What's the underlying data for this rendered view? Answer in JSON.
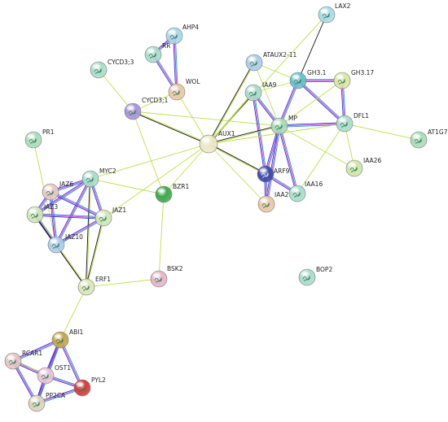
{
  "palette": {
    "edge_db": "#2b96d6",
    "edge_exp": "#d63bd6",
    "edge_textmining": "#bfe04a",
    "edge_coexp": "#111111",
    "edge_homology": "#3a3ad6"
  },
  "nodes": [
    {
      "id": "LAX2",
      "label": "LAX2",
      "color": "#a6dbe6"
    },
    {
      "id": "AHP4",
      "label": "AHP4",
      "color": "#a9d6ea"
    },
    {
      "id": "RR",
      "label": "RR",
      "color": "#a9dcca"
    },
    {
      "id": "CYCD33",
      "label": "CYCD3;3",
      "color": "#a9dcca"
    },
    {
      "id": "WOL",
      "label": "WOL",
      "color": "#e9c7a4"
    },
    {
      "id": "ATAUX2-11",
      "label": "ATAUX2-11",
      "color": "#a9cde8"
    },
    {
      "id": "GH3.1",
      "label": "GH3.1",
      "color": "#66c1cc"
    },
    {
      "id": "GH3.17",
      "label": "GH3.17",
      "color": "#d9e6a4"
    },
    {
      "id": "IAA9",
      "label": "IAA9",
      "color": "#a9dcca"
    },
    {
      "id": "CYCD31",
      "label": "CYCD3;1",
      "color": "#a794d9"
    },
    {
      "id": "AUX1",
      "label": "AUX1",
      "color": "#ece7c8"
    },
    {
      "id": "MP",
      "label": "MP",
      "color": "#a9dcb8"
    },
    {
      "id": "DFL1",
      "label": "DFL1",
      "color": "#a9dcca"
    },
    {
      "id": "AT1G7",
      "label": "AT1G7",
      "color": "#a9dcb8"
    },
    {
      "id": "PR1",
      "label": "PR1",
      "color": "#a9dcb8"
    },
    {
      "id": "IAA26",
      "label": "IAA26",
      "color": "#cfe6a4"
    },
    {
      "id": "ARF9",
      "label": "ARF9",
      "color": "#3b4aa6"
    },
    {
      "id": "MYC2",
      "label": "MYC2",
      "color": "#a9dcca"
    },
    {
      "id": "JAZ6",
      "label": "JAZ6",
      "color": "#e9c7c4"
    },
    {
      "id": "BZR1",
      "label": "BZR1",
      "color": "#3fa84a"
    },
    {
      "id": "IAA16",
      "label": "IAA16",
      "color": "#a9dcca"
    },
    {
      "id": "IAA2",
      "label": "IAA2",
      "color": "#e9c7a4"
    },
    {
      "id": "JAZ3",
      "label": "JAZ3",
      "color": "#cfe6b8"
    },
    {
      "id": "JAZ1",
      "label": "JAZ1",
      "color": "#cfe6b8"
    },
    {
      "id": "JAZ10",
      "label": "JAZ10",
      "color": "#a9cde8"
    },
    {
      "id": "BSK2",
      "label": "BSK2",
      "color": "#e6b4c4"
    },
    {
      "id": "BOP2",
      "label": "BOP2",
      "color": "#a9dcca"
    },
    {
      "id": "ERF1",
      "label": "ERF1",
      "color": "#d9e6b8"
    },
    {
      "id": "ABI1",
      "label": "ABI1",
      "color": "#c2a64a"
    },
    {
      "id": "RCAR1",
      "label": "RCAR1",
      "color": "#e6c4c4"
    },
    {
      "id": "OST1",
      "label": "OST1",
      "color": "#e6c4d4"
    },
    {
      "id": "PYL2",
      "label": "PYL2",
      "color": "#d43a3a"
    },
    {
      "id": "PP2CA",
      "label": "PP2CA",
      "color": "#d9d4b8"
    }
  ],
  "edges": [
    [
      "LAX2",
      "GH3.1",
      "c"
    ],
    [
      "AHP4",
      "RR",
      "dem"
    ],
    [
      "AHP4",
      "WOL",
      "dem"
    ],
    [
      "RR",
      "WOL",
      "dem"
    ],
    [
      "CYCD33",
      "CYCD31",
      "t"
    ],
    [
      "WOL",
      "CYCD31",
      "t"
    ],
    [
      "WOL",
      "AUX1",
      "t"
    ],
    [
      "CYCD31",
      "AUX1",
      "tc"
    ],
    [
      "CYCD31",
      "MP",
      "t"
    ],
    [
      "CYCD31",
      "BZR1",
      "t"
    ],
    [
      "ATAUX2-11",
      "AUX1",
      "tc"
    ],
    [
      "ATAUX2-11",
      "GH3.1",
      "t"
    ],
    [
      "ATAUX2-11",
      "MP",
      "t"
    ],
    [
      "IAA9",
      "MP",
      "dem"
    ],
    [
      "IAA9",
      "ARF9",
      "dem"
    ],
    [
      "IAA9",
      "GH3.1",
      "t"
    ],
    [
      "GH3.1",
      "GH3.17",
      "dem"
    ],
    [
      "GH3.1",
      "DFL1",
      "dem"
    ],
    [
      "GH3.1",
      "MP",
      "dem"
    ],
    [
      "GH3.17",
      "DFL1",
      "dem"
    ],
    [
      "GH3.17",
      "MP",
      "t"
    ],
    [
      "DFL1",
      "MP",
      "dem"
    ],
    [
      "DFL1",
      "AT1G7",
      "t"
    ],
    [
      "DFL1",
      "IAA26",
      "t"
    ],
    [
      "DFL1",
      "AUX1",
      "t"
    ],
    [
      "DFL1",
      "IAA16",
      "t"
    ],
    [
      "MP",
      "AUX1",
      "tc"
    ],
    [
      "MP",
      "ARF9",
      "dem"
    ],
    [
      "MP",
      "IAA16",
      "dem"
    ],
    [
      "MP",
      "IAA2",
      "dem"
    ],
    [
      "MP",
      "IAA26",
      "t"
    ],
    [
      "ARF9",
      "IAA16",
      "dem"
    ],
    [
      "ARF9",
      "IAA2",
      "dem"
    ],
    [
      "ARF9",
      "AUX1",
      "tc"
    ],
    [
      "AUX1",
      "IAA2",
      "t"
    ],
    [
      "AUX1",
      "IAA9",
      "tc"
    ],
    [
      "AUX1",
      "MYC2",
      "t"
    ],
    [
      "AUX1",
      "JAZ1",
      "t"
    ],
    [
      "AUX1",
      "BZR1",
      "t"
    ],
    [
      "AUX1",
      "LAX2",
      "t"
    ],
    [
      "PR1",
      "JAZ10",
      "t"
    ],
    [
      "MYC2",
      "JAZ6",
      "dem"
    ],
    [
      "MYC2",
      "JAZ3",
      "dem"
    ],
    [
      "MYC2",
      "JAZ1",
      "dem"
    ],
    [
      "MYC2",
      "JAZ10",
      "dem"
    ],
    [
      "MYC2",
      "ERF1",
      "tc"
    ],
    [
      "MYC2",
      "BZR1",
      "t"
    ],
    [
      "JAZ6",
      "JAZ3",
      "dem"
    ],
    [
      "JAZ6",
      "JAZ1",
      "dem"
    ],
    [
      "JAZ6",
      "JAZ10",
      "dem"
    ],
    [
      "JAZ3",
      "JAZ1",
      "dem"
    ],
    [
      "JAZ3",
      "JAZ10",
      "dem"
    ],
    [
      "JAZ1",
      "JAZ10",
      "dem"
    ],
    [
      "JAZ1",
      "ERF1",
      "tc"
    ],
    [
      "JAZ10",
      "ERF1",
      "tc"
    ],
    [
      "JAZ3",
      "ERF1",
      "tc"
    ],
    [
      "BZR1",
      "BSK2",
      "t"
    ],
    [
      "BSK2",
      "ERF1",
      "t"
    ],
    [
      "ERF1",
      "ABI1",
      "t"
    ],
    [
      "ABI1",
      "RCAR1",
      "dem"
    ],
    [
      "ABI1",
      "OST1",
      "dem"
    ],
    [
      "ABI1",
      "PYL2",
      "dem"
    ],
    [
      "ABI1",
      "PP2CA",
      "dem"
    ],
    [
      "RCAR1",
      "OST1",
      "dem"
    ],
    [
      "RCAR1",
      "PP2CA",
      "dem"
    ],
    [
      "RCAR1",
      "PYL2",
      "t"
    ],
    [
      "OST1",
      "PYL2",
      "dem"
    ],
    [
      "OST1",
      "PP2CA",
      "dem"
    ],
    [
      "PYL2",
      "PP2CA",
      "dem"
    ]
  ]
}
